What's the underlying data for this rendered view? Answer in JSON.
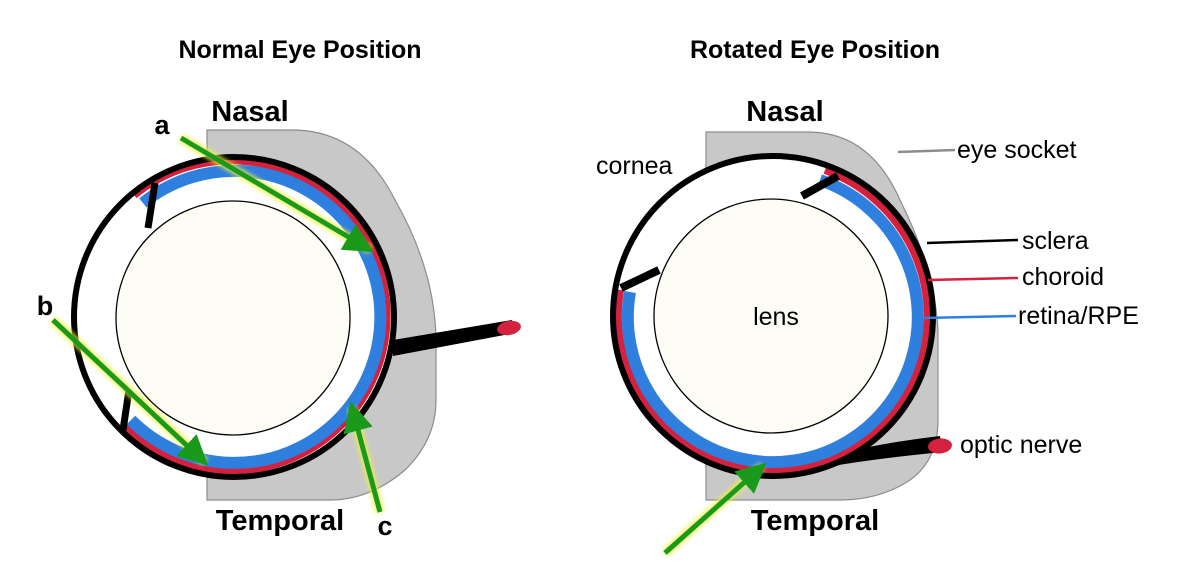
{
  "panels": [
    {
      "title": "Normal Eye Position",
      "top_label": "Nasal",
      "bottom_label": "Temporal",
      "arrow_labels": [
        "a",
        "b",
        "c"
      ]
    },
    {
      "title": "Rotated Eye Position",
      "top_label": "Nasal",
      "bottom_label": "Temporal",
      "center_label": "lens",
      "labels": {
        "cornea": "cornea",
        "eye_socket": "eye socket",
        "sclera": "sclera",
        "choroid": "choroid",
        "retina": "retina/RPE",
        "optic_nerve": "optic nerve"
      }
    }
  ],
  "colors": {
    "sclera": "#000000",
    "choroid": "#d4213d",
    "retina": "#2f7fde",
    "socket": "#c8c8c8",
    "socket_edge": "#8c8c8c",
    "lens_fill": "#fdfdf5",
    "arrow": "#1a9a1a",
    "arrow_glow": "#f2f23a"
  }
}
